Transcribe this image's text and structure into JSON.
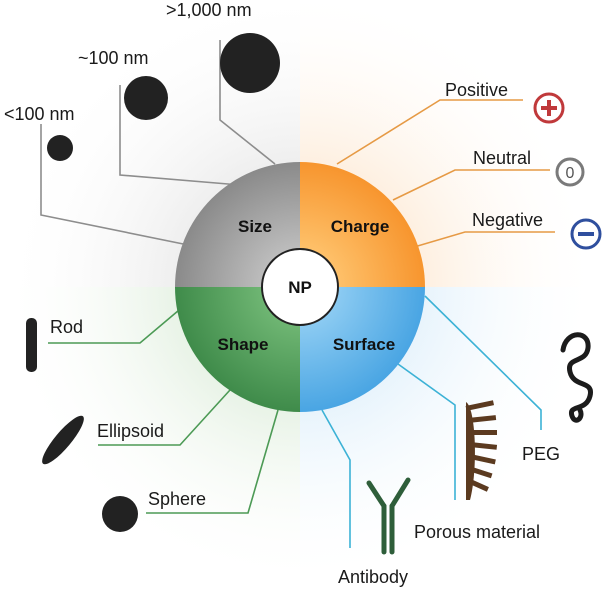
{
  "center": {
    "label": "NP"
  },
  "quadrants": {
    "size": "Size",
    "charge": "Charge",
    "shape": "Shape",
    "surface": "Surface"
  },
  "size_labels": {
    "small": "<100 nm",
    "medium": "~100 nm",
    "large": ">1,000 nm"
  },
  "charge_labels": {
    "positive": "Positive",
    "neutral": "Neutral",
    "neutral_symbol": "0",
    "negative": "Negative"
  },
  "shape_labels": {
    "rod": "Rod",
    "ellipsoid": "Ellipsoid",
    "sphere": "Sphere"
  },
  "surface_labels": {
    "peg": "PEG",
    "porous": "Porous material",
    "antibody": "Antibody"
  },
  "colors": {
    "size": "#8f8f8f",
    "charge": "#f7a23a",
    "shape": "#4f9a58",
    "surface": "#5cb0e8",
    "positive": "#c0393b",
    "neutral": "#7a7a7a",
    "negative": "#2f4f9e",
    "antibody": "#2e5e3a",
    "porous": "#5b3a20"
  }
}
